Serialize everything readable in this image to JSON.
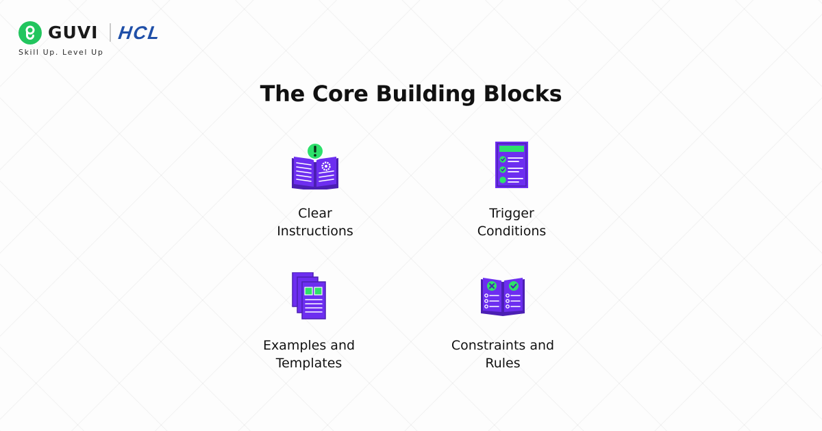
{
  "brand": {
    "guvi": "GUVI",
    "partner": "HCL",
    "tagline": "Skill Up. Level Up",
    "colors": {
      "guvi_green": "#22c55e",
      "hcl_blue": "#1f4fa8"
    }
  },
  "title": "The Core Building Blocks",
  "colors": {
    "icon_primary": "#6d2ef0",
    "icon_dark": "#4b1fb3",
    "icon_accent": "#2ee06b"
  },
  "blocks": [
    {
      "icon": "open-book-gear-alert-icon",
      "label_line1": "Clear",
      "label_line2": "Instructions"
    },
    {
      "icon": "checklist-icon",
      "label_line1": "Trigger",
      "label_line2": "Conditions"
    },
    {
      "icon": "stacked-documents-icon",
      "label_line1": "Examples and",
      "label_line2": "Templates"
    },
    {
      "icon": "open-book-check-cross-icon",
      "label_line1": "Constraints and",
      "label_line2": "Rules"
    }
  ]
}
